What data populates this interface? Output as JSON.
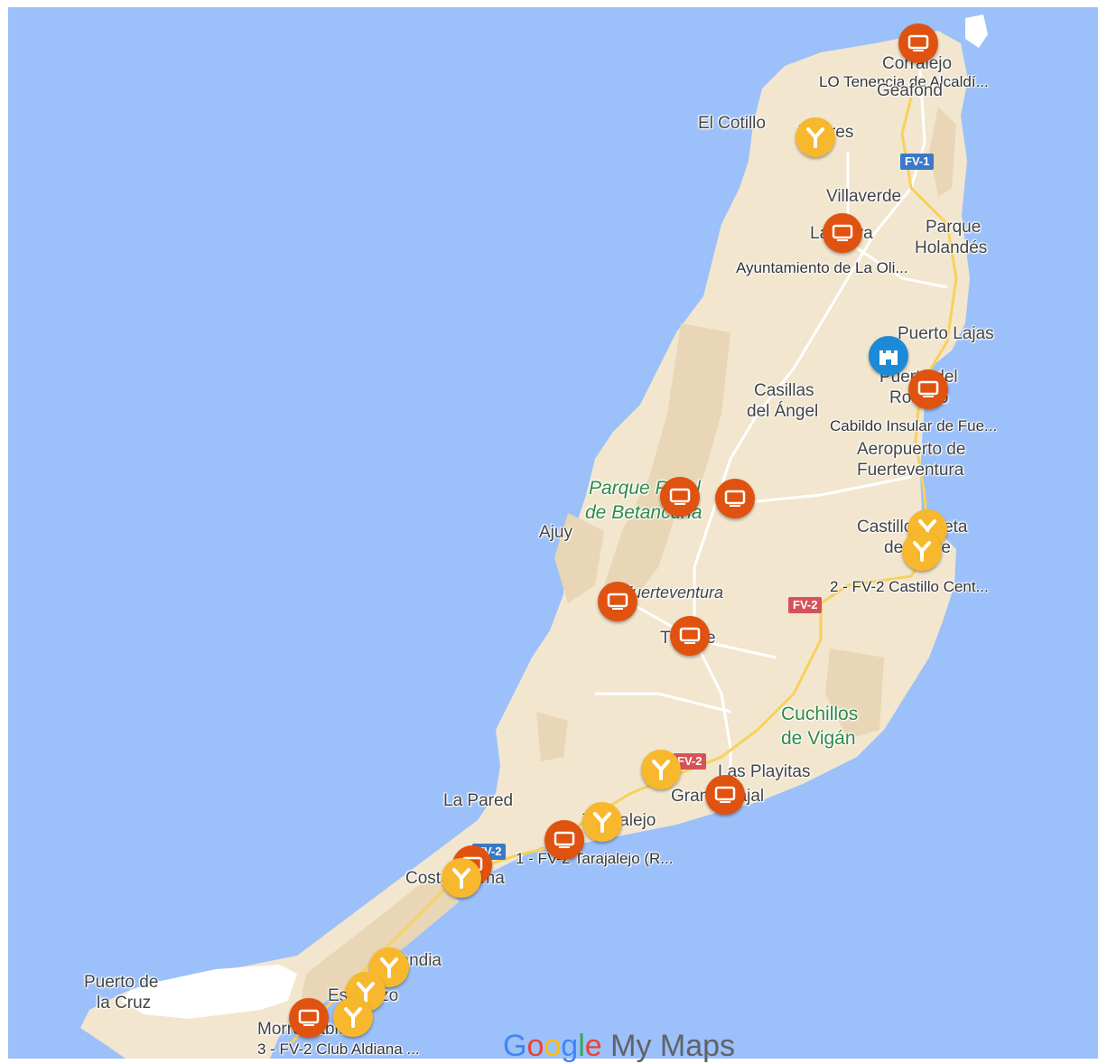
{
  "map": {
    "background_color": "#9cc0f9",
    "land_color": "#f2e6cf",
    "labels": {
      "corralejo": "Corralejo",
      "lo_tenencia": "LO Tenencia de Alcaldí...",
      "geafond": "Geafond",
      "el_cotillo": "El Cotillo",
      "lajares": "Lajares",
      "villaverde": "Villaverde",
      "parque": "Parque",
      "holandes": "Holandés",
      "la_oliva": "La Oliva",
      "ayuntamiento": "Ayuntamiento de La Oli...",
      "puerto_lajas": "Puerto Lajas",
      "puerto_del_1": "Puerto del",
      "rosario": "Rosario",
      "casillas_1": "Casillas",
      "casillas_2": "del Ángel",
      "cabildo": "Cabildo Insular de Fue...",
      "aeropuerto_1": "Aeropuerto de",
      "aeropuerto_2": "Fuerteventura",
      "parque_rural_1": "Parque Rural",
      "parque_rural_2": "de Betancuria",
      "ajuy": "Ajuy",
      "castillo_1": "Castillo Caleta",
      "castillo_2": "de Fuste",
      "castillo_poi": "2 - FV-2 Castillo Cent...",
      "fuerteventura": "Fuerteventura",
      "tuineje": "Tuineje",
      "cuchillos_1": "Cuchillos",
      "cuchillos_2": "de Vigán",
      "las_playitas": "Las Playitas",
      "gran_tarajal": "Gran Tarajal",
      "la_pared": "La Pared",
      "tarajalejo": "Tarajalejo",
      "tarajalejo_poi": "1 - FV-2 Tarajalejo (R...",
      "costa_calma": "Costa Calma",
      "esquinzo": "Esquinzo",
      "jandia": "Jandia",
      "puerto_cruz_1": "Puerto de",
      "puerto_cruz_2": "la Cruz",
      "morro_jable": "Morro Jable",
      "club_aldiana": "3 - FV-2 Club Aldiana ..."
    },
    "shields": {
      "fv1": "FV-1",
      "fv2_a": "FV-2",
      "fv2_b": "FV-2",
      "fv2_c": "FV-2"
    },
    "logo": {
      "g1": "G",
      "o1": "o",
      "o2": "o",
      "g2": "g",
      "l": "l",
      "e": "e",
      "mymaps": " My Maps"
    }
  }
}
